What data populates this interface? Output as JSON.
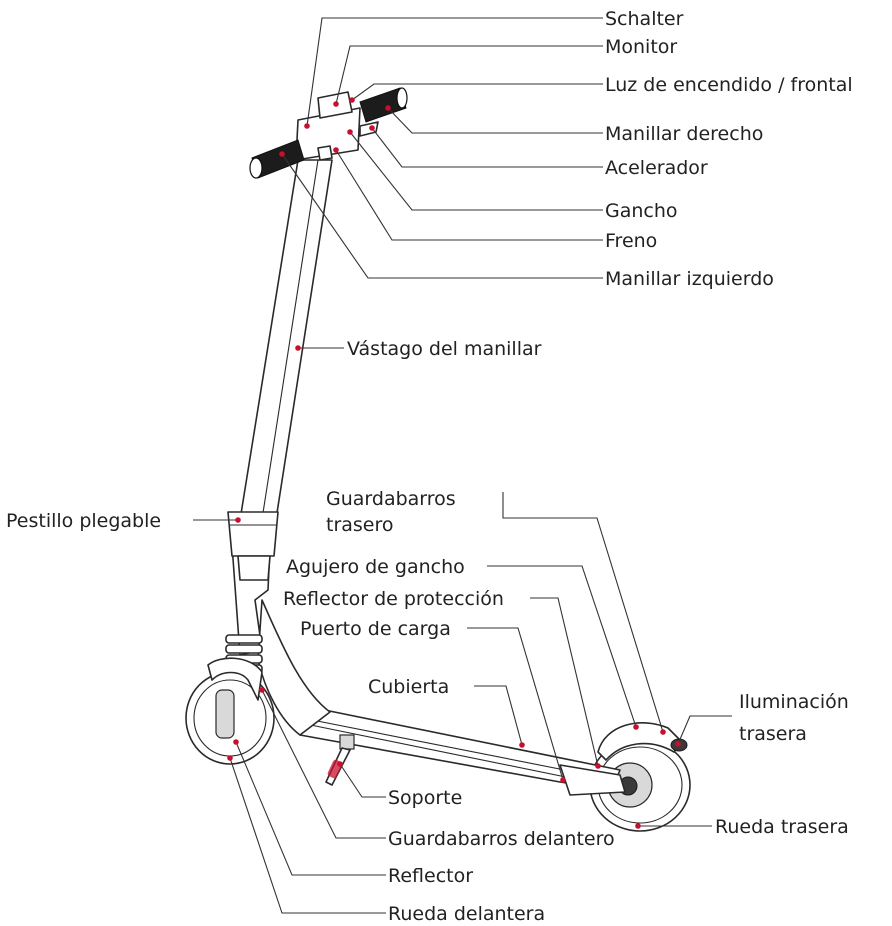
{
  "labels": {
    "switch": "Schalter",
    "monitor": "Monitor",
    "front_light": "Luz de encendido / frontal",
    "right_grip": "Manillar derecho",
    "throttle": "Acelerador",
    "hook": "Gancho",
    "brake": "Freno",
    "left_grip": "Manillar izquierdo",
    "stem": "Vástago del manillar",
    "folding_latch": "Pestillo plegable",
    "rear_fender_l1": "Guardabarros",
    "rear_fender_l2": "trasero",
    "hook_hole": "Agujero de gancho",
    "protection_reflector": "Reflector de protección",
    "charging_port": "Puerto de carga",
    "deck": "Cubierta",
    "rear_light_l1": "Iluminación",
    "rear_light_l2": "trasera",
    "kickstand": "Soporte",
    "rear_wheel": "Rueda trasera",
    "front_fender": "Guardabarros delantero",
    "reflector": "Reflector",
    "front_wheel": "Rueda delantera"
  },
  "colors": {
    "marker": "#c8102e",
    "line": "#333333",
    "text": "#222222"
  }
}
